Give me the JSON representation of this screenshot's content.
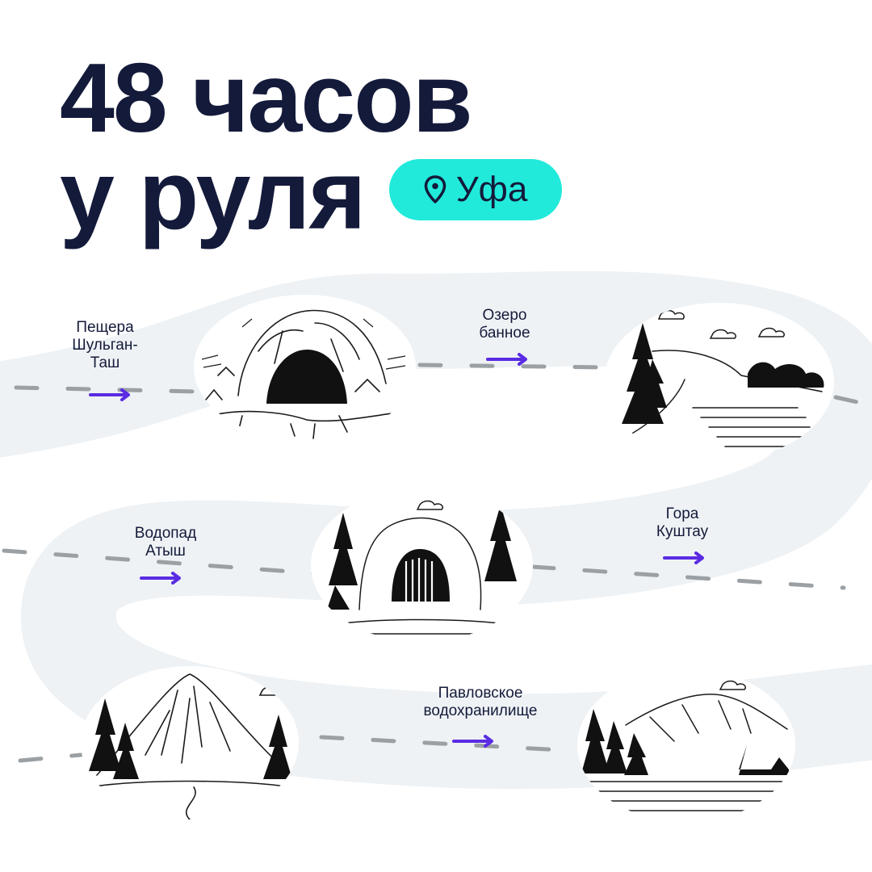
{
  "title": {
    "line1": "48 часов",
    "line2": "у руля"
  },
  "city": {
    "name": "Уфа",
    "icon": "map-pin-icon",
    "color": "#21eadb"
  },
  "stops": [
    {
      "name": "Пещера Шульган-Таш",
      "lines": [
        "Пещера",
        "Шульган-",
        "Таш"
      ],
      "icon": "cave-illustration"
    },
    {
      "name": "Озеро банное",
      "lines": [
        "Озеро",
        "банное"
      ],
      "icon": "lake-illustration"
    },
    {
      "name": "Водопад Атыш",
      "lines": [
        "Водопад",
        "Атыш"
      ],
      "icon": "waterfall-illustration"
    },
    {
      "name": "Гора Куштау",
      "lines": [
        "Гора",
        "Куштау"
      ],
      "icon": "mountain-illustration"
    },
    {
      "name": "Павловское водохранилище",
      "lines": [
        "Павловское",
        "водохранилище"
      ],
      "icon": "reservoir-illustration"
    }
  ],
  "colors": {
    "text": "#141a3a",
    "road": "#eef2f5",
    "dash": "#9aa0a4",
    "arrow": "#5a2be3",
    "accent": "#21eadb"
  }
}
